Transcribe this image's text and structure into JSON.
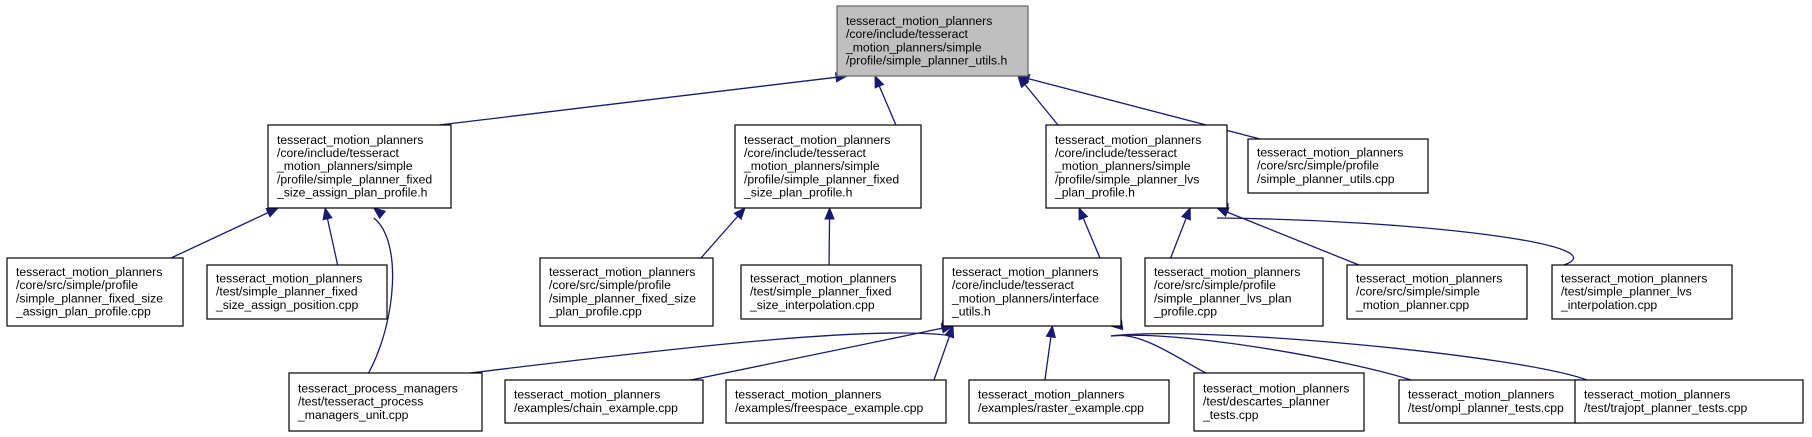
{
  "graph": {
    "nodes": [
      {
        "id": "n0",
        "lines": [
          "tesseract_motion_planners",
          "/core/include/tesseract",
          "_motion_planners/simple",
          "/profile/simple_planner_utils.h"
        ],
        "root": true
      },
      {
        "id": "n1",
        "lines": [
          "tesseract_motion_planners",
          "/core/include/tesseract",
          "_motion_planners/simple",
          "/profile/simple_planner_fixed",
          "_size_assign_plan_profile.h"
        ]
      },
      {
        "id": "n2",
        "lines": [
          "tesseract_motion_planners",
          "/core/include/tesseract",
          "_motion_planners/simple",
          "/profile/simple_planner_fixed",
          "_size_plan_profile.h"
        ]
      },
      {
        "id": "n3",
        "lines": [
          "tesseract_motion_planners",
          "/core/include/tesseract",
          "_motion_planners/simple",
          "/profile/simple_planner_lvs",
          "_plan_profile.h"
        ]
      },
      {
        "id": "n4",
        "lines": [
          "tesseract_motion_planners",
          "/core/src/simple/profile",
          "/simple_planner_utils.cpp"
        ]
      },
      {
        "id": "n5",
        "lines": [
          "tesseract_motion_planners",
          "/core/src/simple/profile",
          "/simple_planner_fixed_size",
          "_assign_plan_profile.cpp"
        ]
      },
      {
        "id": "n6",
        "lines": [
          "tesseract_motion_planners",
          "/test/simple_planner_fixed",
          "_size_assign_position.cpp"
        ]
      },
      {
        "id": "n7",
        "lines": [
          "tesseract_motion_planners",
          "/core/src/simple/profile",
          "/simple_planner_fixed_size",
          "_plan_profile.cpp"
        ]
      },
      {
        "id": "n8",
        "lines": [
          "tesseract_motion_planners",
          "/test/simple_planner_fixed",
          "_size_interpolation.cpp"
        ]
      },
      {
        "id": "n9",
        "lines": [
          "tesseract_motion_planners",
          "/core/include/tesseract",
          "_motion_planners/interface",
          "_utils.h"
        ]
      },
      {
        "id": "n10",
        "lines": [
          "tesseract_motion_planners",
          "/core/src/simple/profile",
          "/simple_planner_lvs_plan",
          "_profile.cpp"
        ]
      },
      {
        "id": "n11",
        "lines": [
          "tesseract_motion_planners",
          "/core/src/simple/simple",
          "_motion_planner.cpp"
        ]
      },
      {
        "id": "n12",
        "lines": [
          "tesseract_motion_planners",
          "/test/simple_planner_lvs",
          "_interpolation.cpp"
        ]
      },
      {
        "id": "n13",
        "lines": [
          "tesseract_process_managers",
          "/test/tesseract_process",
          "_managers_unit.cpp"
        ]
      },
      {
        "id": "n14",
        "lines": [
          "tesseract_motion_planners",
          "/examples/chain_example.cpp"
        ]
      },
      {
        "id": "n15",
        "lines": [
          "tesseract_motion_planners",
          "/examples/freespace_example.cpp"
        ]
      },
      {
        "id": "n16",
        "lines": [
          "tesseract_motion_planners",
          "/examples/raster_example.cpp"
        ]
      },
      {
        "id": "n17",
        "lines": [
          "tesseract_motion_planners",
          "/test/descartes_planner",
          "_tests.cpp"
        ]
      },
      {
        "id": "n18",
        "lines": [
          "tesseract_motion_planners",
          "/test/ompl_planner_tests.cpp"
        ]
      },
      {
        "id": "n19",
        "lines": [
          "tesseract_motion_planners",
          "/test/trajopt_planner_tests.cpp"
        ]
      }
    ],
    "edges": [
      {
        "from": "n1",
        "to": "n0"
      },
      {
        "from": "n2",
        "to": "n0"
      },
      {
        "from": "n3",
        "to": "n0"
      },
      {
        "from": "n4",
        "to": "n0"
      },
      {
        "from": "n5",
        "to": "n1"
      },
      {
        "from": "n6",
        "to": "n1"
      },
      {
        "from": "n13",
        "to": "n1"
      },
      {
        "from": "n7",
        "to": "n2"
      },
      {
        "from": "n8",
        "to": "n2"
      },
      {
        "from": "n9",
        "to": "n3"
      },
      {
        "from": "n10",
        "to": "n3"
      },
      {
        "from": "n11",
        "to": "n3"
      },
      {
        "from": "n12",
        "to": "n3"
      },
      {
        "from": "n13",
        "to": "n9"
      },
      {
        "from": "n14",
        "to": "n9"
      },
      {
        "from": "n15",
        "to": "n9"
      },
      {
        "from": "n16",
        "to": "n9"
      },
      {
        "from": "n17",
        "to": "n9"
      },
      {
        "from": "n18",
        "to": "n9"
      },
      {
        "from": "n19",
        "to": "n9"
      }
    ]
  }
}
